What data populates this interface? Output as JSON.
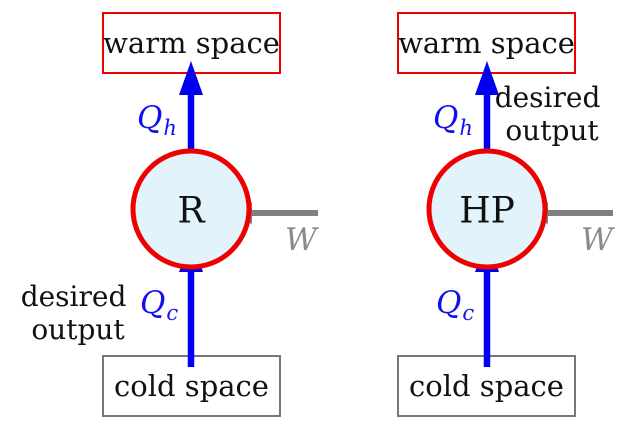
{
  "colors": {
    "heat_arrow": "#0000ee",
    "work_arrow": "#808080",
    "device_stroke": "#ee0000",
    "device_fill": "#e2f3fb",
    "warm_box_stroke": "#ee0000",
    "cold_box_stroke": "#777777",
    "heat_label": "#1010ee",
    "work_label": "#8a8a8a"
  },
  "refrigerator": {
    "warm_label": "warm space",
    "cold_label": "cold space",
    "device_label": "R",
    "qh_symbol": "Q",
    "qh_sub": "h",
    "qc_symbol": "Q",
    "qc_sub": "c",
    "w_symbol": "W",
    "desired_line1": "desired",
    "desired_line2": "output"
  },
  "heat_pump": {
    "warm_label": "warm space",
    "cold_label": "cold space",
    "device_label": "HP",
    "qh_symbol": "Q",
    "qh_sub": "h",
    "qc_symbol": "Q",
    "qc_sub": "c",
    "w_symbol": "W",
    "desired_line1": "desired",
    "desired_line2": "output"
  }
}
